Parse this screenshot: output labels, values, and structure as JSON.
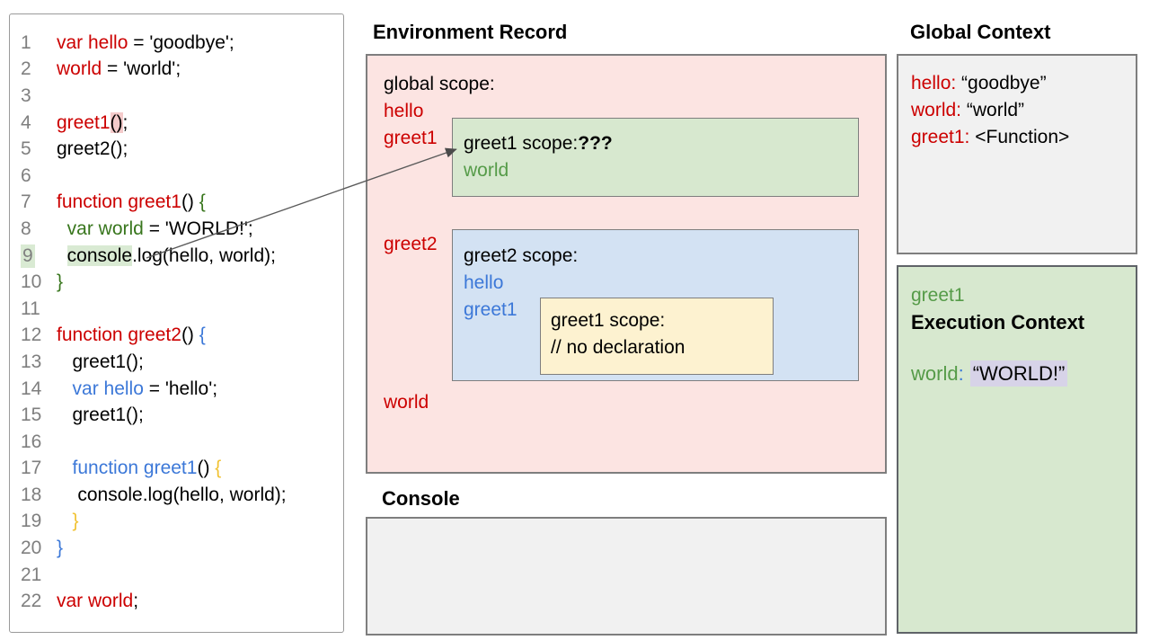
{
  "palette": {
    "code_red": "#cc0000",
    "code_green": "#38761d",
    "code_blue": "#3c78d8",
    "code_orange": "#f1c232",
    "pink_panel": "#fce4e2",
    "green_box": "#d7e8cf",
    "blue_box": "#d3e2f3",
    "yellow_box": "#fdf2d0",
    "gray_box": "#f1f1f1",
    "purple_highlight": "#d7d3e8",
    "green_highlight": "#d9ead3",
    "pink_highlight": "#f4caca"
  },
  "code_panel": {
    "lines": [
      {
        "n": "1",
        "seg": [
          [
            "var hello",
            "r"
          ],
          [
            " = 'goodbye';",
            "k"
          ]
        ]
      },
      {
        "n": "2",
        "seg": [
          [
            "world",
            "r"
          ],
          [
            " = 'world';",
            "k"
          ]
        ]
      },
      {
        "n": "3",
        "seg": []
      },
      {
        "n": "4",
        "seg": [
          [
            "greet1",
            "r"
          ],
          [
            "()",
            "k",
            "hp"
          ],
          [
            ";",
            "k"
          ]
        ]
      },
      {
        "n": "5",
        "seg": [
          [
            "greet2();",
            "k"
          ]
        ]
      },
      {
        "n": "6",
        "seg": []
      },
      {
        "n": "7",
        "seg": [
          [
            "function greet1",
            "r"
          ],
          [
            "() ",
            "k"
          ],
          [
            "{",
            "g"
          ]
        ]
      },
      {
        "n": "8",
        "seg": [
          [
            "  ",
            "k"
          ],
          [
            "var world",
            "g"
          ],
          [
            " = 'WORLD!';",
            "k"
          ]
        ]
      },
      {
        "n": "9",
        "hl_num": true,
        "seg": [
          [
            "  ",
            "k"
          ],
          [
            "console",
            "k",
            "hg"
          ],
          [
            ".log(hello, world);",
            "k"
          ]
        ]
      },
      {
        "n": "10",
        "seg": [
          [
            "}",
            "g"
          ]
        ]
      },
      {
        "n": "11",
        "seg": []
      },
      {
        "n": "12",
        "seg": [
          [
            "function greet2",
            "r"
          ],
          [
            "() ",
            "k"
          ],
          [
            "{",
            "b"
          ]
        ]
      },
      {
        "n": "13",
        "seg": [
          [
            "   greet1();",
            "k"
          ]
        ]
      },
      {
        "n": "14",
        "seg": [
          [
            "   ",
            "k"
          ],
          [
            "var hello",
            "b"
          ],
          [
            " = 'hello';",
            "k"
          ]
        ]
      },
      {
        "n": "15",
        "seg": [
          [
            "   greet1();",
            "k"
          ]
        ]
      },
      {
        "n": "16",
        "seg": []
      },
      {
        "n": "17",
        "seg": [
          [
            "   ",
            "k"
          ],
          [
            "function greet1",
            "b"
          ],
          [
            "() ",
            "k"
          ],
          [
            "{",
            "o"
          ]
        ]
      },
      {
        "n": "18",
        "seg": [
          [
            "    console.log(hello, world);",
            "k"
          ]
        ]
      },
      {
        "n": "19",
        "seg": [
          [
            "   ",
            "k"
          ],
          [
            "}",
            "o"
          ]
        ]
      },
      {
        "n": "20",
        "seg": [
          [
            "}",
            "b"
          ]
        ]
      },
      {
        "n": "21",
        "seg": []
      },
      {
        "n": "22",
        "seg": [
          [
            "var world",
            "r"
          ],
          [
            ";",
            "k"
          ]
        ]
      }
    ]
  },
  "environment_record": {
    "title": "Environment Record",
    "global_scope_label": "global scope:",
    "hello": "hello",
    "greet1": "greet1",
    "greet2": "greet2",
    "world": "world",
    "greet1_scope": {
      "label": "greet1 scope:",
      "question": "???",
      "world": "world"
    },
    "greet2_scope": {
      "label": "greet2 scope:",
      "hello": "hello",
      "greet1": "greet1",
      "inner": {
        "label": "greet1 scope:",
        "comment": "// no declaration"
      }
    }
  },
  "console": {
    "title": "Console"
  },
  "global_context": {
    "title": "Global Context",
    "entries": [
      {
        "name": "hello:",
        "value": " “goodbye”"
      },
      {
        "name": "world:",
        "value": " “world”"
      },
      {
        "name": "greet1:",
        "value": " <Function>"
      }
    ]
  },
  "execution_context": {
    "fn": "greet1",
    "title": "Execution Context",
    "var_name": "world",
    "colon": ":",
    "value": "“WORLD!”"
  }
}
